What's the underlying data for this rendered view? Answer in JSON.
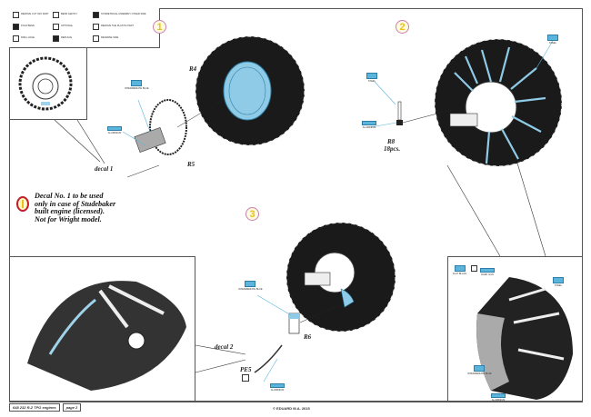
{
  "legend": {
    "items": [
      {
        "icon": "remove-icon",
        "label": "REMOVE CUT OFF PART"
      },
      {
        "icon": "bend-icon",
        "label": "BEND GENTLY"
      },
      {
        "icon": "symmetrical-assembly-icon",
        "label": "SYMMETRICAL ASSEMBLY OTHER SIDE"
      },
      {
        "icon": "fold-icon",
        "label": "FOLD BEND"
      },
      {
        "icon": "optional-icon",
        "label": "OPTIONAL"
      },
      {
        "icon": "cut-plastic-icon",
        "label": "REMOVE THE PLASTIC PART"
      },
      {
        "icon": "drill-hole-icon",
        "label": "DRILL HOLE"
      },
      {
        "icon": "replace-icon",
        "label": "REPLACE"
      },
      {
        "icon": "reverse-side-icon",
        "label": "REVERSE SIDE"
      }
    ]
  },
  "steps": [
    {
      "number": "1"
    },
    {
      "number": "2"
    },
    {
      "number": "3"
    }
  ],
  "parts": {
    "r4": "R4",
    "r5": "R5",
    "r6": "R6",
    "r8": "R8",
    "r8_qty": "18pcs.",
    "pe5": "PE5",
    "decal1": "decal 1",
    "decal2": "decal 2"
  },
  "paints": {
    "intermediate_blue": "INTERMEDIATE BLUE",
    "aluminium": "ALUMINIUM",
    "black": "BLACK",
    "steel": "STEEL",
    "flat_black": "FLAT BLACK",
    "dark_gun": "DARK GUN"
  },
  "note": {
    "line1": "Decal No. 1 to be used",
    "line2": "only in case of Studebaker",
    "line3": "built engine (licensed).",
    "line4": "Not for Wright model."
  },
  "footer": {
    "product": "648 232 R-2 TPG engines",
    "page": "page 2",
    "copyright": "© EDUARD M.A. 2015"
  },
  "colors": {
    "highlight_blue": "#5ab4dc",
    "step_yellow": "#e8c21a",
    "step_ring": "#c97fb0",
    "warning_red": "#c0202a"
  }
}
